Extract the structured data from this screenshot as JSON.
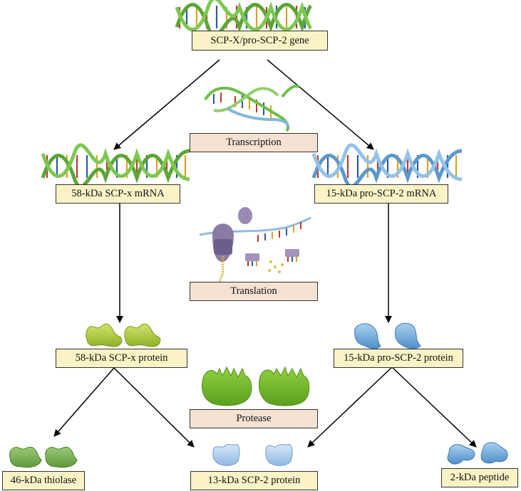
{
  "gene": {
    "label": "SCP-X/pro-SCP-2 gene"
  },
  "process_labels": {
    "transcription": "Transcription",
    "translation": "Translation",
    "protease": "Protease"
  },
  "mrna": {
    "left": "58-kDa SCP-x mRNA",
    "right": "15-kDa pro-SCP-2 mRNA"
  },
  "protein": {
    "left": "58-kDa SCP-x protein",
    "right": "15-kDa pro-SCP-2 protein"
  },
  "products": {
    "thiolase": "46-kDa thiolase",
    "scp2": "13-kDa SCP-2 protein",
    "peptide": "2-kDa peptide"
  },
  "colors": {
    "green_strand": "#6dbf45",
    "blue_strand": "#7fb3dc",
    "box_yellow": "#fbf3c6",
    "box_peach": "#f6e2d2",
    "protein_green": "#a7c83a",
    "protein_blue": "#6ea6d6",
    "protease_green": "#7cbf2a",
    "ribosome_purple": "#8c7aa6"
  },
  "icons": [
    "dna-helix-icon",
    "transcription-icon",
    "ribosome-icon",
    "protein-icon",
    "protease-icon"
  ]
}
